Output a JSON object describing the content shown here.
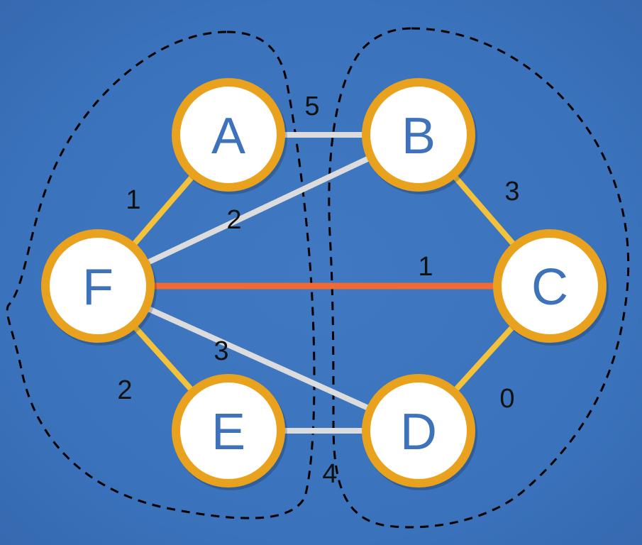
{
  "colors": {
    "background": "#3b74bf",
    "node_fill": "#ffffff",
    "node_ring": "#e9a21e",
    "edge_gray": "#dcdcdc",
    "edge_yellow": "#f4c23a",
    "edge_highlight": "#f06a35",
    "node_text": "#3e73bb"
  },
  "nodes": [
    {
      "id": "A",
      "label": "A"
    },
    {
      "id": "B",
      "label": "B"
    },
    {
      "id": "C",
      "label": "C"
    },
    {
      "id": "D",
      "label": "D"
    },
    {
      "id": "E",
      "label": "E"
    },
    {
      "id": "F",
      "label": "F"
    }
  ],
  "edges": [
    {
      "from": "A",
      "to": "B",
      "weight": "5",
      "style": "gray"
    },
    {
      "from": "B",
      "to": "C",
      "weight": "3",
      "style": "yellow"
    },
    {
      "from": "C",
      "to": "D",
      "weight": "0",
      "style": "yellow"
    },
    {
      "from": "D",
      "to": "E",
      "weight": "4",
      "style": "gray"
    },
    {
      "from": "E",
      "to": "F",
      "weight": "2",
      "style": "yellow"
    },
    {
      "from": "F",
      "to": "A",
      "weight": "1",
      "style": "yellow"
    },
    {
      "from": "F",
      "to": "B",
      "weight": "2",
      "style": "gray"
    },
    {
      "from": "F",
      "to": "C",
      "weight": "1",
      "style": "highlight"
    },
    {
      "from": "F",
      "to": "D",
      "weight": "3",
      "style": "gray"
    }
  ],
  "clusters": [
    {
      "members": [
        "A",
        "F",
        "E"
      ]
    },
    {
      "members": [
        "B",
        "C",
        "D"
      ]
    }
  ]
}
